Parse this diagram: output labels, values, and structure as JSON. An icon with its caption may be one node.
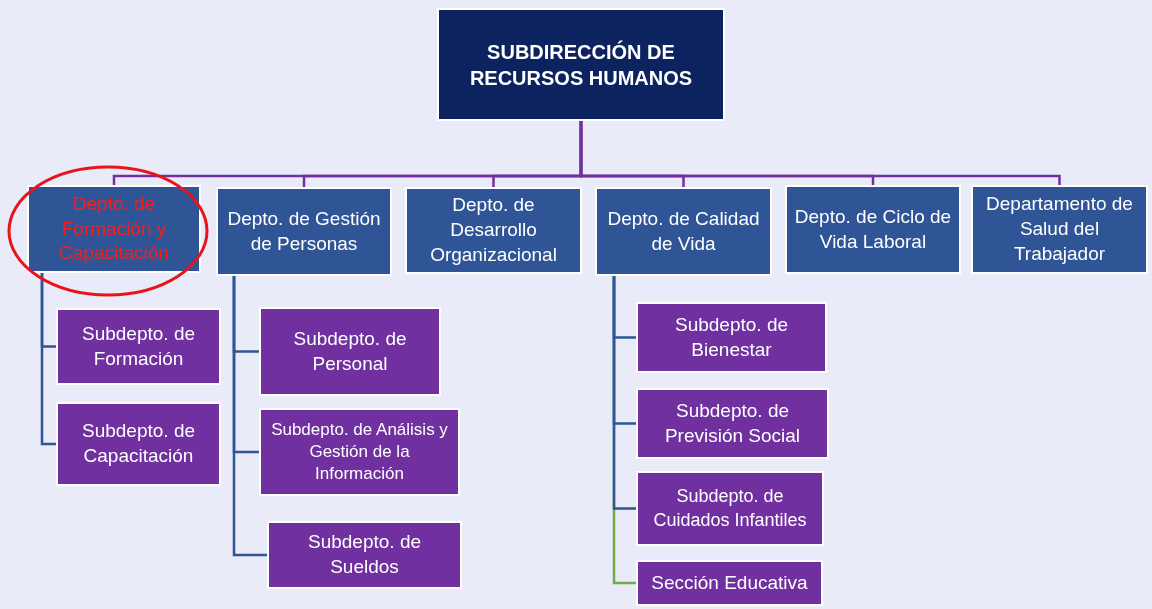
{
  "diagram": {
    "nodes": [
      {
        "text": [
          "SUBDIRECCIÓN DE RECURSOS HUMANOS"
        ]
      },
      {
        "text": [
          "Depto. de Formación y Capacitación"
        ]
      },
      {
        "text": [
          "Depto. de Gestión de Personas"
        ]
      },
      {
        "text": [
          "Depto. de Desarrollo Organizacional"
        ]
      },
      {
        "text": [
          "Depto. de Calidad de Vida"
        ]
      },
      {
        "text": [
          "Depto. de Ciclo de Vida Laboral"
        ]
      },
      {
        "text": [
          "Departamento de Salud del Trabajador"
        ]
      },
      {
        "text": [
          "Subdepto. de Formación"
        ]
      },
      {
        "text": [
          "Subdepto. de Capacitación"
        ]
      },
      {
        "text": [
          "Subdepto. de Personal"
        ]
      },
      {
        "text": [
          "Subdepto. de Análisis y Gestión de la Información"
        ]
      },
      {
        "text": [
          "Subdepto. de Sueldos"
        ]
      },
      {
        "text": [
          "Subdepto. de Bienestar"
        ]
      },
      {
        "text": [
          "Subdepto. de Previsión Social"
        ]
      },
      {
        "text": [
          "Subdepto. de Cuidados Infantiles"
        ]
      },
      {
        "text": [
          "Sección Educativa"
        ]
      }
    ],
    "edges": [
      {
        "from": 0,
        "to": 1,
        "arrow": "none",
        "color": "#7030a0"
      },
      {
        "from": 0,
        "to": 2,
        "arrow": "none",
        "color": "#7030a0"
      },
      {
        "from": 0,
        "to": 3,
        "arrow": "none",
        "color": "#7030a0"
      },
      {
        "from": 0,
        "to": 4,
        "arrow": "none",
        "color": "#7030a0"
      },
      {
        "from": 0,
        "to": 5,
        "arrow": "none",
        "color": "#7030a0"
      },
      {
        "from": 0,
        "to": 6,
        "arrow": "none",
        "color": "#7030a0"
      },
      {
        "from": 1,
        "to": 7,
        "arrow": "none"
      },
      {
        "from": 1,
        "to": 8,
        "arrow": "none"
      },
      {
        "from": 2,
        "to": 9,
        "arrow": "none"
      },
      {
        "from": 2,
        "to": 10,
        "arrow": "none"
      },
      {
        "from": 2,
        "to": 11,
        "arrow": "none"
      },
      {
        "from": 4,
        "to": 12,
        "arrow": "none"
      },
      {
        "from": 4,
        "to": 13,
        "arrow": "none"
      },
      {
        "from": 4,
        "to": 14,
        "arrow": "none"
      },
      {
        "from": 4,
        "to": 15,
        "arrow": "none",
        "color": "#70ad47"
      }
    ]
  }
}
